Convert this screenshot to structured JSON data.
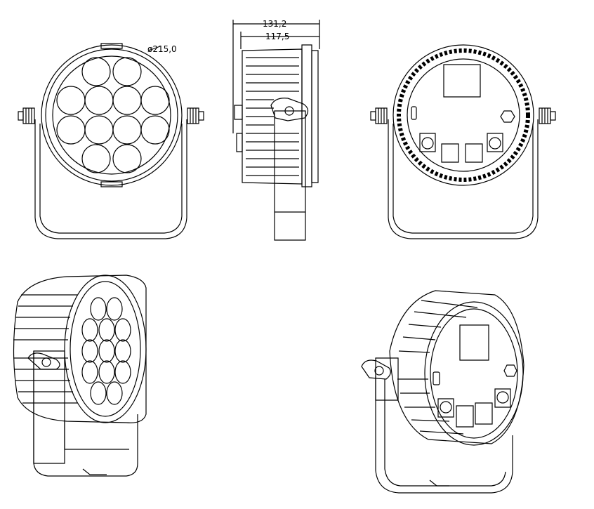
{
  "dimensions": {
    "diameter": "ø215,0",
    "total_depth": "131,2",
    "body_depth": "117,5"
  },
  "colors": {
    "line": "#000000",
    "background": "#ffffff"
  },
  "views": [
    "front-view",
    "side-view",
    "rear-view",
    "front-perspective-view",
    "rear-perspective-view"
  ]
}
